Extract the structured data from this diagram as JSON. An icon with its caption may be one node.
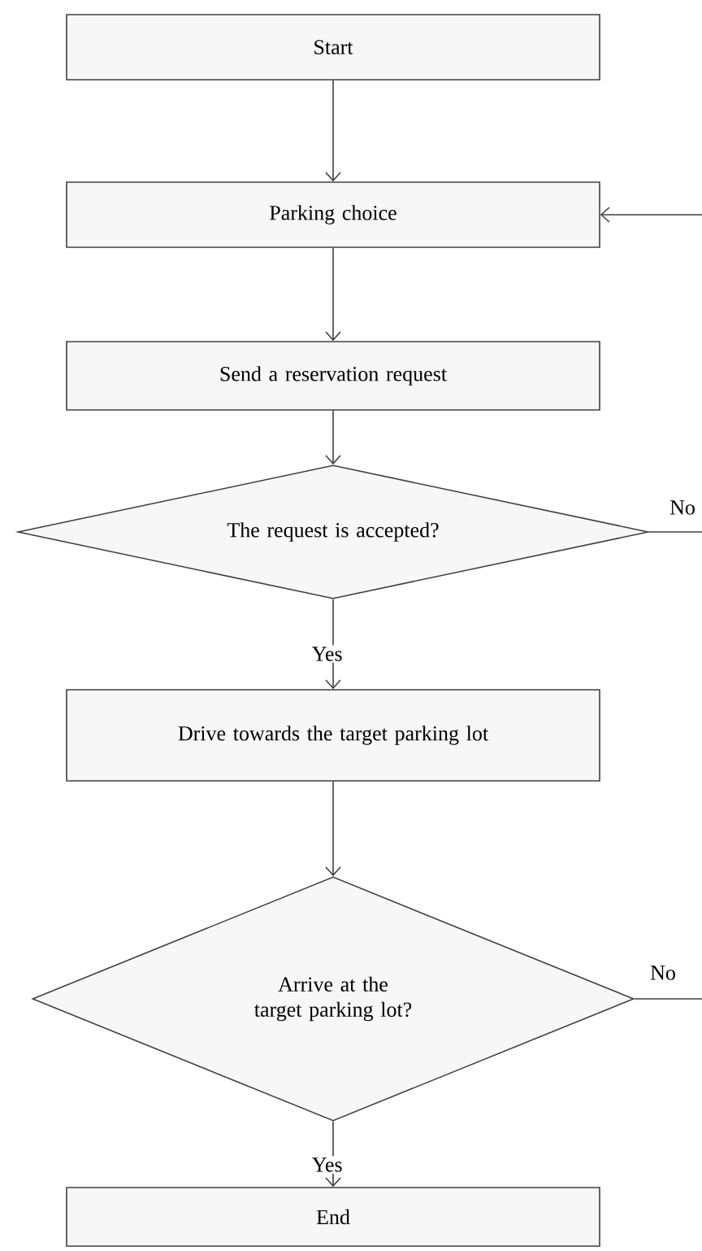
{
  "diagram": {
    "nodes": [
      {
        "text": [
          "Start"
        ]
      },
      {
        "text": [
          "Parking choice"
        ]
      },
      {
        "text": [
          "Send a reservation request"
        ]
      },
      {
        "text": [
          "The request is accepted?"
        ]
      },
      {
        "text": [
          "Drive towards the target parking lot"
        ]
      },
      {
        "text": [
          "Arrive at the target parking lot?"
        ]
      },
      {
        "text": [
          "End"
        ]
      }
    ],
    "edges": [
      {
        "from": 0,
        "to": 1,
        "arrow": "to"
      },
      {
        "from": 1,
        "to": 2,
        "arrow": "to"
      },
      {
        "from": 2,
        "to": 3,
        "arrow": "to"
      },
      {
        "from": 3,
        "to": 4,
        "arrow": "to",
        "label": "Yes"
      },
      {
        "from": 4,
        "to": 5,
        "arrow": "to"
      },
      {
        "from": 5,
        "to": 6,
        "arrow": "to",
        "label": "Yes"
      },
      {
        "from": 3,
        "to": null,
        "arrow": "none",
        "label": "No"
      },
      {
        "from": null,
        "to": 1,
        "arrow": "to"
      },
      {
        "from": 5,
        "to": null,
        "arrow": "none",
        "label": "No"
      }
    ]
  }
}
